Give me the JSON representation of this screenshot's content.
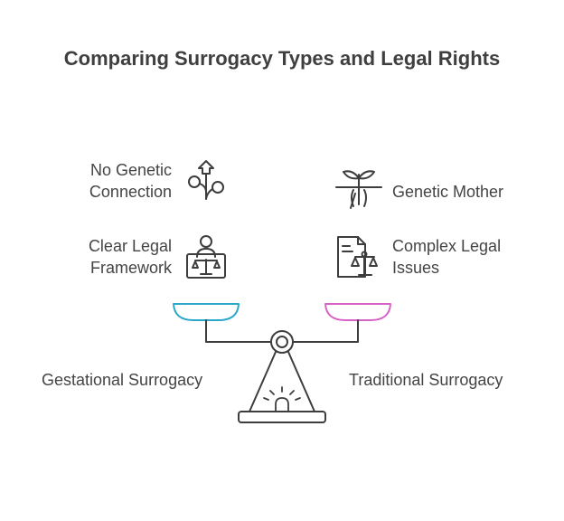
{
  "title": "Comparing Surrogacy Types and Legal Rights",
  "left": {
    "base_label": "Gestational Surrogacy",
    "color": "#2aa7c9",
    "items": [
      {
        "line1": "No Genetic",
        "line2": "Connection",
        "icon": "seedling-arrow-icon"
      },
      {
        "line1": "Clear Legal",
        "line2": "Framework",
        "icon": "person-scales-icon"
      }
    ]
  },
  "right": {
    "base_label": "Traditional Surrogacy",
    "color": "#d863c6",
    "items": [
      {
        "line1": "Genetic Mother",
        "icon": "sprout-roots-icon"
      },
      {
        "line1": "Complex Legal",
        "line2": "Issues",
        "icon": "document-scales-icon"
      }
    ]
  },
  "colors": {
    "stroke": "#3d3d3d",
    "text": "#444444"
  }
}
